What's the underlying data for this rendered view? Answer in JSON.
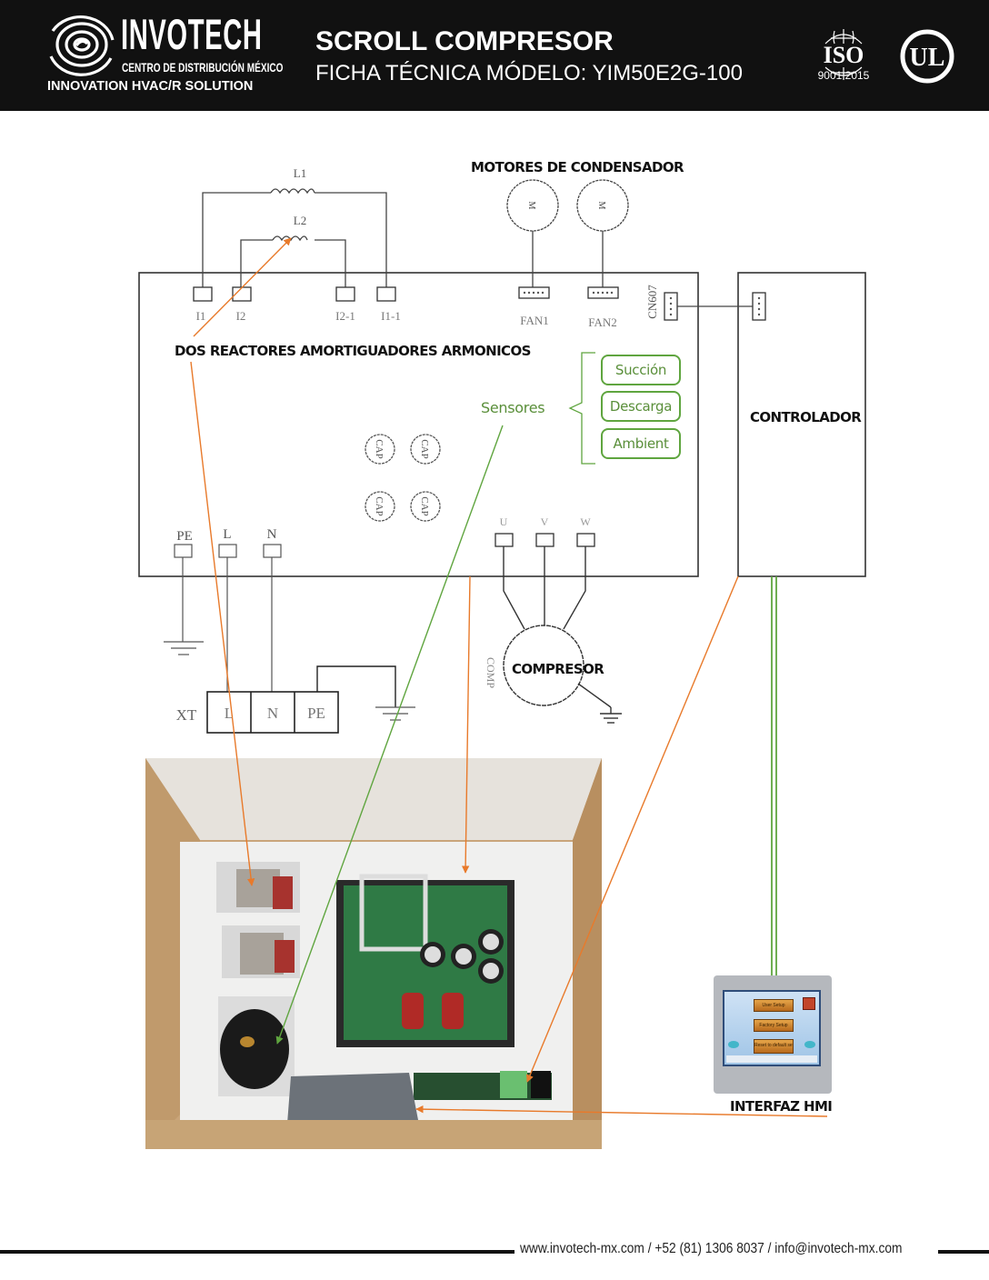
{
  "header": {
    "brand_name": "INVOTECH",
    "brand_subtitle": "CENTRO DE DISTRIBUCIÓN MÉXICO",
    "brand_tagline": "INNOVATION HVAC/R SOLUTION",
    "title": "SCROLL COMPRESOR",
    "subtitle": "FICHA TÉCNICA MÓDELO: YIM50E2G-100",
    "certifications": {
      "iso_label": "ISO",
      "iso_standard": "9001:2015",
      "ul_label": "UL"
    }
  },
  "diagram": {
    "reactors": {
      "inductor_1": "L1",
      "inductor_2": "L2",
      "terminals": [
        "I1",
        "I2",
        "I2-1",
        "I1-1"
      ],
      "annotation": "DOS REACTORES AMORTIGUADORES ARMONICOS"
    },
    "fan_motors": {
      "label": "MOTORES DE CONDENSADOR",
      "motor_symbol": "M",
      "connectors": [
        "FAN1",
        "FAN2"
      ]
    },
    "comm_connector": "CN607",
    "controller_label": "CONTROLADOR",
    "sensors": {
      "label": "Sensores",
      "items": [
        "Succión",
        "Descarga",
        "Ambient"
      ]
    },
    "capacitor_label": "CAP",
    "power_terminals": [
      "PE",
      "L",
      "N"
    ],
    "terminal_block": {
      "label": "XT",
      "cells": [
        "L",
        "N",
        "PE"
      ]
    },
    "compressor": {
      "phases": [
        "U",
        "V",
        "W"
      ],
      "side_label": "COMP",
      "label": "COMPRESOR"
    },
    "hmi": {
      "label": "INTERFAZ HMI",
      "screen_buttons": [
        "User Setup",
        "Factory Setup",
        "Reset to default setup"
      ]
    }
  },
  "colors": {
    "header_bg": "#111111",
    "annotation_orange": "#e87a2b",
    "annotation_green": "#5fa53f"
  },
  "footer": {
    "contact": "www.invotech-mx.com / +52 (81) 1306 8037 / info@invotech-mx.com"
  }
}
